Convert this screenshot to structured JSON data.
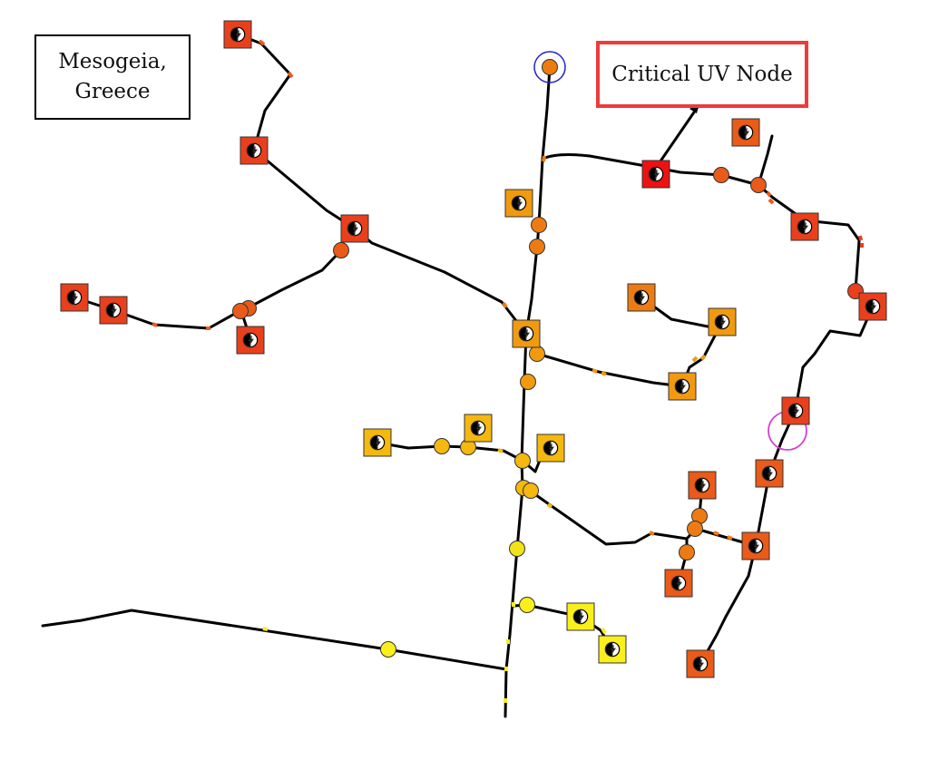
{
  "location": {
    "line1": "Mesogeia,",
    "line2": "Greece"
  },
  "critical": {
    "label": "Critical UV Node",
    "color": "#ee1111",
    "border_color": "#ee3b3b"
  },
  "colors": {
    "line": "#000000",
    "selection_ring": "#2222cc",
    "ring_magenta": "#d63fd6",
    "icon": "lightning-bolt-icon"
  },
  "palette": {
    "red": "#e8401c",
    "red_orange": "#ea5a18",
    "orange": "#ee7b12",
    "orange_amber": "#f19a10",
    "amber": "#f4b80e",
    "yellow": "#f3e21a",
    "bright_yellow": "#f8ef1c"
  }
}
